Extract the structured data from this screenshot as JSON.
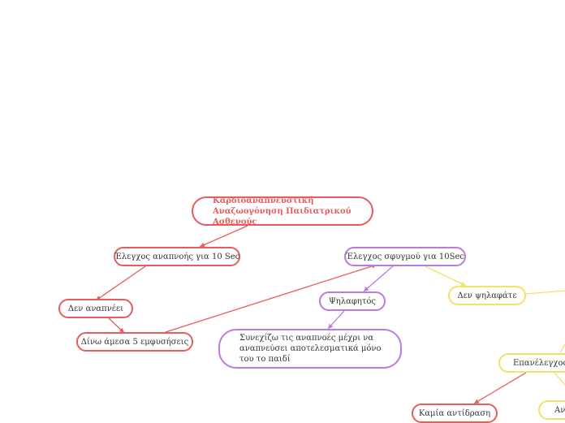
{
  "colors": {
    "red": "#e75c5c",
    "purple": "#b97be0",
    "yellow": "#f5e06a"
  },
  "nodes": {
    "root": "Καρδιοαναπνευστική Αναζωογόνηση Παιδιατρικού Ασθενούς",
    "breath_check": "Έλεγχος αναπνοής για 10 Sec",
    "not_breathing": "Δεν αναπνέει",
    "five_breaths": "Δίνω άμεσα 5 εμφυσήσεις",
    "pulse_check": "Έλεγχος σφυγμού για 10Sec",
    "palpable": "Ψηλαφητός",
    "continue_breaths": "Συνεχίζω τις αναπνοές μέχρι να αναπνεύσει αποτελεσματικά μόνο του το παιδί",
    "not_palpable": "Δεν ψηλαφάτε",
    "recheck": "Επανέλεγχος ζω",
    "no_response": "Καμία αντίδραση",
    "partial": "Ανά"
  }
}
